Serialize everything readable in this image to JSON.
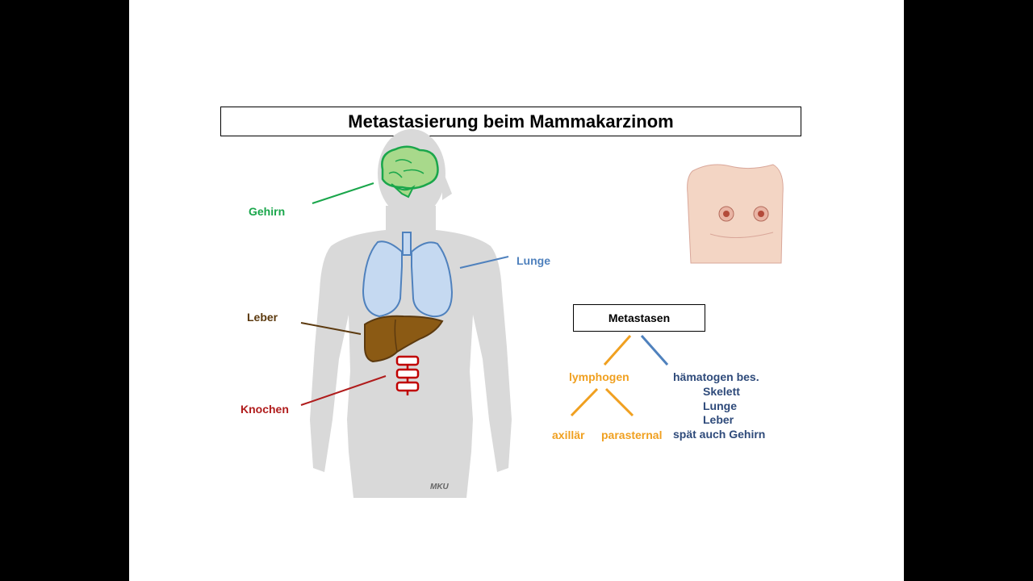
{
  "title": "Metastasierung beim Mammakarzinom",
  "organs": {
    "brain": "Gehirn",
    "lung": "Lunge",
    "liver": "Leber",
    "bone": "Knochen"
  },
  "tree": {
    "root": "Metastasen",
    "left": "lymphogen",
    "left_a": "axillär",
    "left_b": "parasternal",
    "right_lines": [
      "hämatogen bes.",
      "Skelett",
      "Lunge",
      "Leber",
      "spät auch Gehirn"
    ]
  },
  "signature": "MKU",
  "colors": {
    "brain": "#1aa64b",
    "lung": "#4f81bd",
    "liver": "#5c3a0f",
    "bone": "#b01c1c",
    "lymph": "#f0a020",
    "haem": "#2e4a7a"
  }
}
